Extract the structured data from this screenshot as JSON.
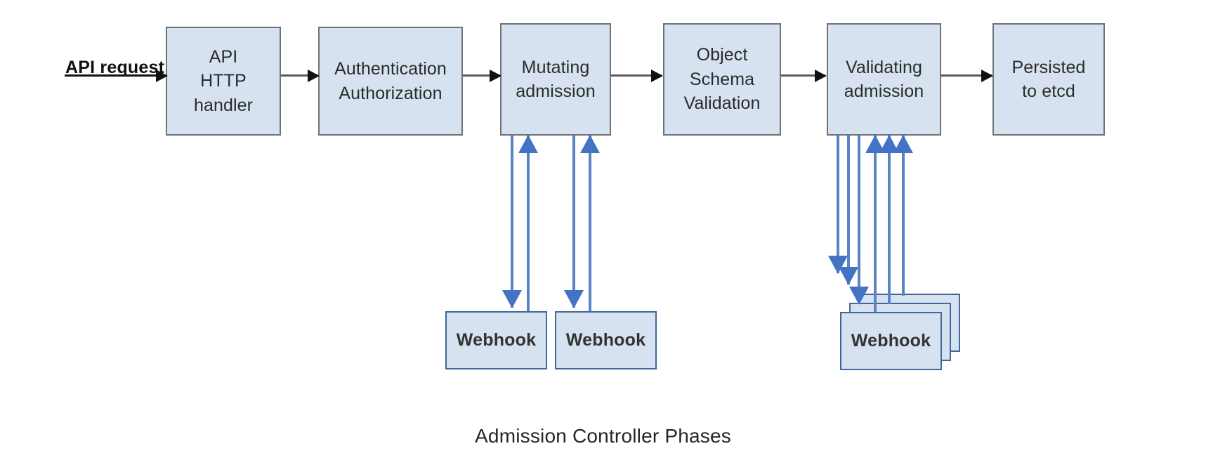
{
  "diagram": {
    "caption": "Admission Controller Phases",
    "entry": {
      "label": "API request"
    },
    "colors": {
      "box_fill": "#d6e2f0",
      "box_border_gray": "#6f7378",
      "box_border_blue": "#41689c",
      "arrow_gray": "#5a5a5a",
      "arrow_blue": "#4472c4",
      "background": "#ffffff",
      "text": "#2b2b2b"
    },
    "pipeline": [
      {
        "id": "api-http-handler",
        "label": "API\nHTTP\nhandler"
      },
      {
        "id": "authn-authz",
        "label": "Authentication\nAuthorization"
      },
      {
        "id": "mutating-admission",
        "label": "Mutating\nadmission"
      },
      {
        "id": "object-schema-validation",
        "label": "Object\nSchema\nValidation"
      },
      {
        "id": "validating-admission",
        "label": "Validating\nadmission"
      },
      {
        "id": "persisted-to-etcd",
        "label": "Persisted\nto etcd"
      }
    ],
    "webhooks": {
      "mutating": [
        {
          "id": "mutating-webhook-1",
          "label": "Webhook"
        },
        {
          "id": "mutating-webhook-2",
          "label": "Webhook"
        }
      ],
      "validating": [
        {
          "id": "validating-webhook-3",
          "label": ""
        },
        {
          "id": "validating-webhook-2",
          "label": ""
        },
        {
          "id": "validating-webhook-1",
          "label": "Webhook"
        }
      ]
    },
    "connectors": {
      "horizontal_count": 5,
      "mutating_call_pairs": 2,
      "validating_call_pairs": 3,
      "direction_note": "each webhook has one outbound (down) and one inbound (up) arrow"
    }
  }
}
